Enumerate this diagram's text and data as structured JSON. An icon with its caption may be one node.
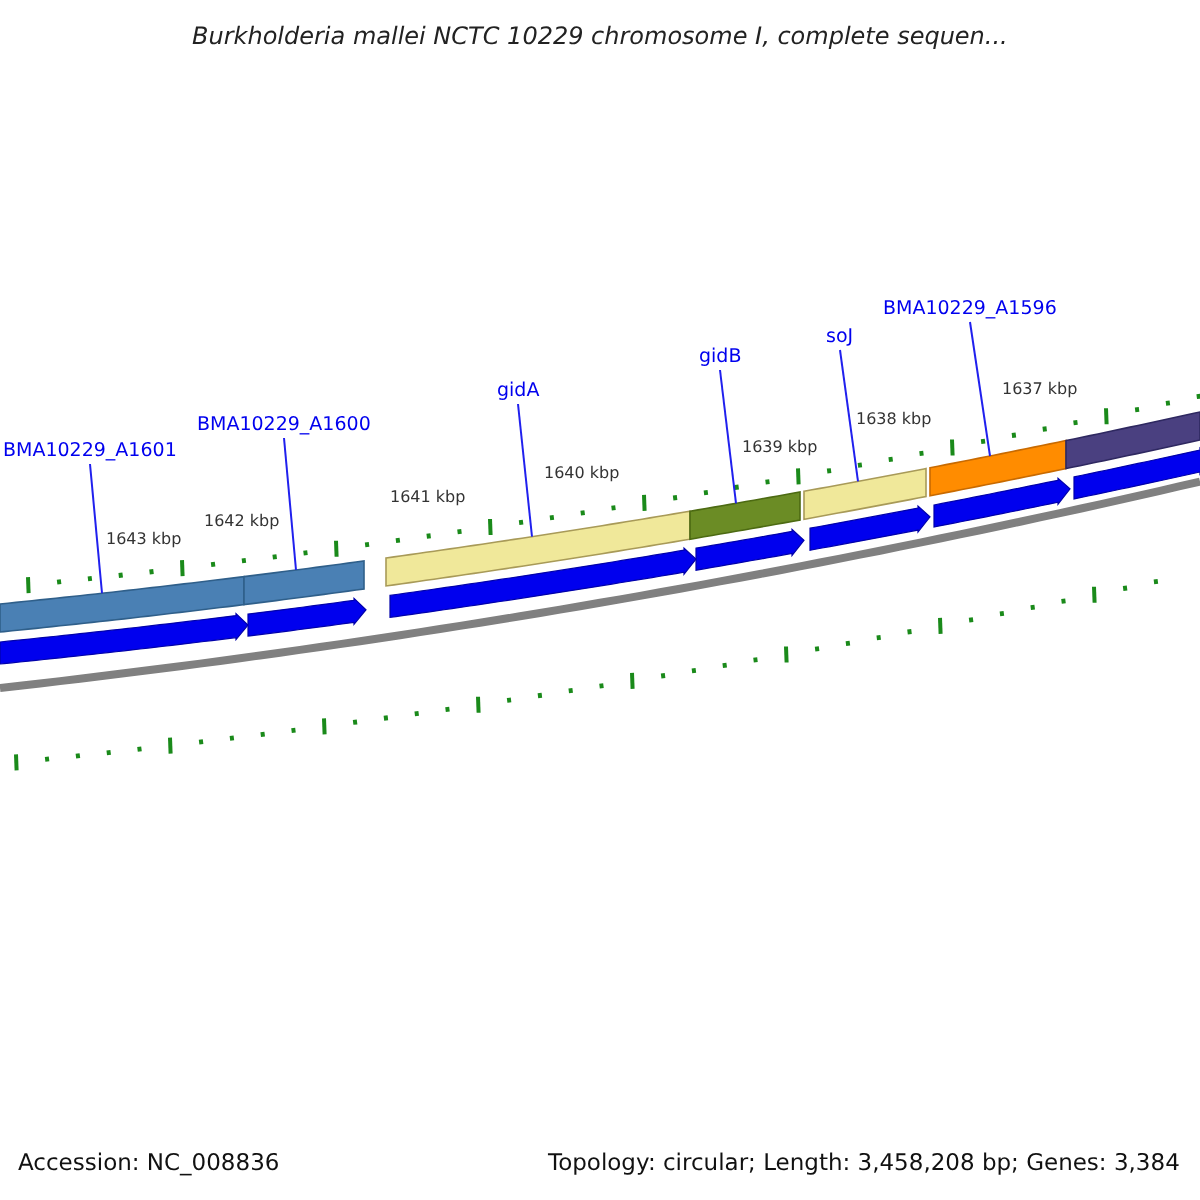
{
  "diagram": {
    "title": "Burkholderia mallei NCTC 10229 chromosome I, complete sequen...",
    "nodes": [
      {
        "text": [
          "BMA10229_A1601"
        ]
      },
      {
        "text": [
          "BMA10229_A1600"
        ]
      },
      {
        "text": [
          "gidA"
        ]
      },
      {
        "text": [
          "gidB"
        ]
      },
      {
        "text": [
          "soJ"
        ]
      },
      {
        "text": [
          "BMA10229_A1596"
        ]
      },
      {
        "text": [],
        "shape": "bar"
      },
      {
        "text": [],
        "shape": "bar"
      },
      {
        "text": [],
        "shape": "bar"
      },
      {
        "text": [],
        "shape": "bar"
      },
      {
        "text": [],
        "shape": "bar"
      },
      {
        "text": [],
        "shape": "bar"
      },
      {
        "text": [],
        "shape": "bar"
      },
      {
        "text": [],
        "shape": "arrow"
      },
      {
        "text": [],
        "shape": "arrow"
      },
      {
        "text": [],
        "shape": "arrow"
      },
      {
        "text": [],
        "shape": "arrow"
      },
      {
        "text": [],
        "shape": "arrow"
      },
      {
        "text": [],
        "shape": "arrow"
      },
      {
        "text": [],
        "shape": "arrow"
      }
    ],
    "edges": [
      {
        "from": 0,
        "to": 6,
        "arrow": "none"
      },
      {
        "from": 1,
        "to": 7,
        "arrow": "none"
      },
      {
        "from": 2,
        "to": 8,
        "arrow": "none"
      },
      {
        "from": 3,
        "to": 9,
        "arrow": "none"
      },
      {
        "from": 4,
        "to": 10,
        "arrow": "none"
      },
      {
        "from": 5,
        "to": 11,
        "arrow": "none"
      }
    ],
    "labels": [
      "1637 kbp",
      "1638 kbp",
      "1639 kbp",
      "1640 kbp",
      "1641 kbp",
      "1642 kbp",
      "1643 kbp",
      "Accession: NC_008836",
      "Topology: circular; Length: 3,458,208 bp; Genes: 3,384"
    ]
  }
}
